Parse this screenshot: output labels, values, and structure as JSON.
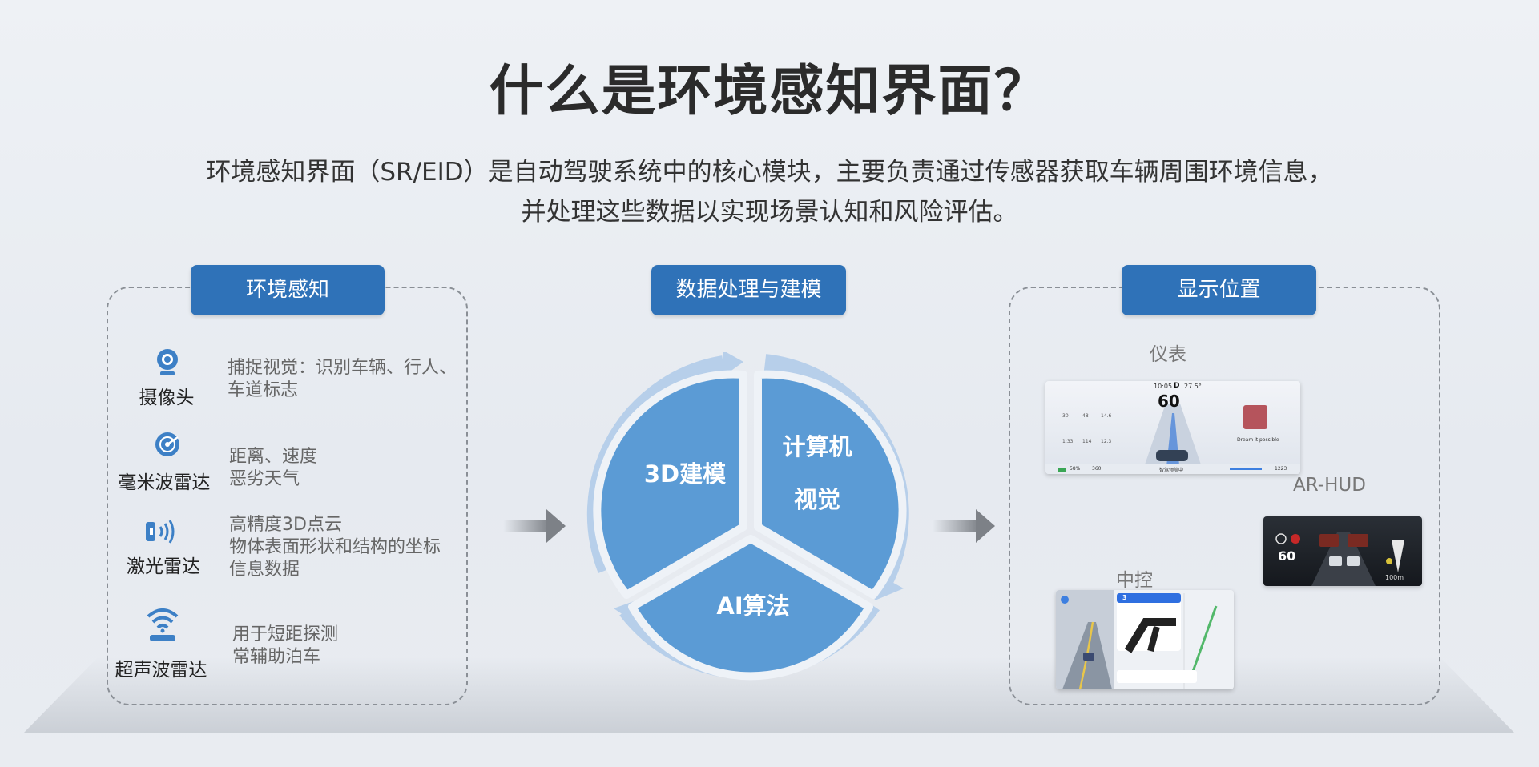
{
  "header": {
    "title": "什么是环境感知界面？",
    "description_line1": "环境感知界面（SR/EID）是自动驾驶系统中的核心模块，主要负责通过传感器获取车辆周围环境信息，",
    "description_line2": "并处理这些数据以实现场景认知和风险评估。"
  },
  "perception": {
    "label": "环境感知",
    "sensors": [
      {
        "name": "摄像头",
        "icon": "camera-icon",
        "desc": [
          "捕捉视觉：识别车辆、行人、",
          "车道标志"
        ]
      },
      {
        "name": "毫米波雷达",
        "icon": "radar-icon",
        "desc": [
          "距离、速度",
          "恶劣天气"
        ]
      },
      {
        "name": "激光雷达",
        "icon": "lidar-icon",
        "desc": [
          "高精度3D点云",
          "物体表面形状和结构的坐标",
          "信息数据"
        ]
      },
      {
        "name": "超声波雷达",
        "icon": "ultrasonic-icon",
        "desc": [
          "用于短距探测",
          "常辅助泊车"
        ]
      }
    ]
  },
  "processing": {
    "label": "数据处理与建模",
    "segments": {
      "modeling": "3D建模",
      "vision_line1": "计算机",
      "vision_line2": "视觉",
      "ai": "AI算法"
    },
    "colors": {
      "segment": "#5b9bd5",
      "ring": "#b7cfea"
    }
  },
  "display": {
    "label": "显示位置",
    "cluster": {
      "label": "仪表",
      "time": "10:05",
      "gear": "D",
      "temp": "27.5°",
      "speed": "60",
      "song": "Dream it possible",
      "stats": [
        "30",
        "48",
        "14.6",
        "1:33",
        "114",
        "12.3"
      ],
      "battery": "58%",
      "range_left": "360",
      "status": "智驾领航中",
      "range_right": "1223"
    },
    "hud": {
      "label": "AR-HUD",
      "speed": "60",
      "distance": "100m"
    },
    "center": {
      "label": "中控",
      "distance": "3"
    }
  },
  "flow": {
    "arrow_color": "#7d8187"
  }
}
